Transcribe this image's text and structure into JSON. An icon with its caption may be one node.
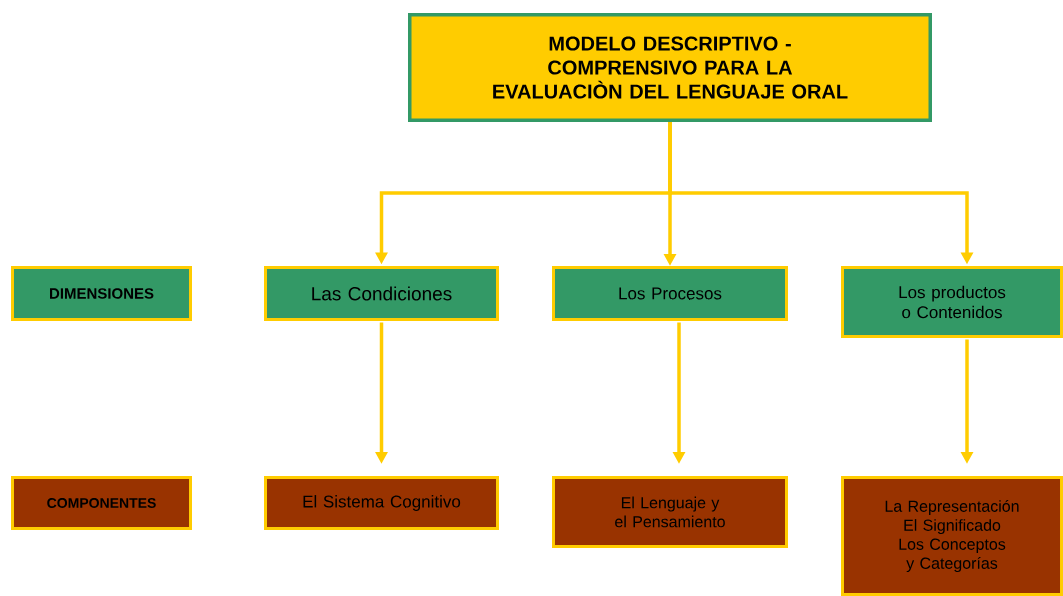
{
  "diagram": {
    "nodes": [
      {
        "text": [
          "MODELO DESCRIPTIVO - COMPRENSIVO PARA LA EVALUACIÒN DEL LENGUAJE ORAL"
        ]
      },
      {
        "text": [
          "DIMENSIONES"
        ]
      },
      {
        "text": [
          "Las Condiciones"
        ]
      },
      {
        "text": [
          "Los Procesos"
        ]
      },
      {
        "text": [
          "Los productos o Contenidos"
        ]
      },
      {
        "text": [
          "COMPONENTES"
        ]
      },
      {
        "text": [
          "El Sistema Cognitivo"
        ]
      },
      {
        "text": [
          "El Lenguaje y el Pensamiento"
        ]
      },
      {
        "text": [
          "La Representación",
          "El Significado",
          "Los Conceptos y Categorías"
        ]
      }
    ],
    "edges": [
      {
        "from": 0,
        "to": 2,
        "arrow": "to"
      },
      {
        "from": 0,
        "to": 3,
        "arrow": "to"
      },
      {
        "from": 0,
        "to": 4,
        "arrow": "to"
      },
      {
        "from": 2,
        "to": 6,
        "arrow": "to"
      },
      {
        "from": 3,
        "to": 7,
        "arrow": "to"
      },
      {
        "from": 4,
        "to": 8,
        "arrow": "to"
      }
    ]
  }
}
